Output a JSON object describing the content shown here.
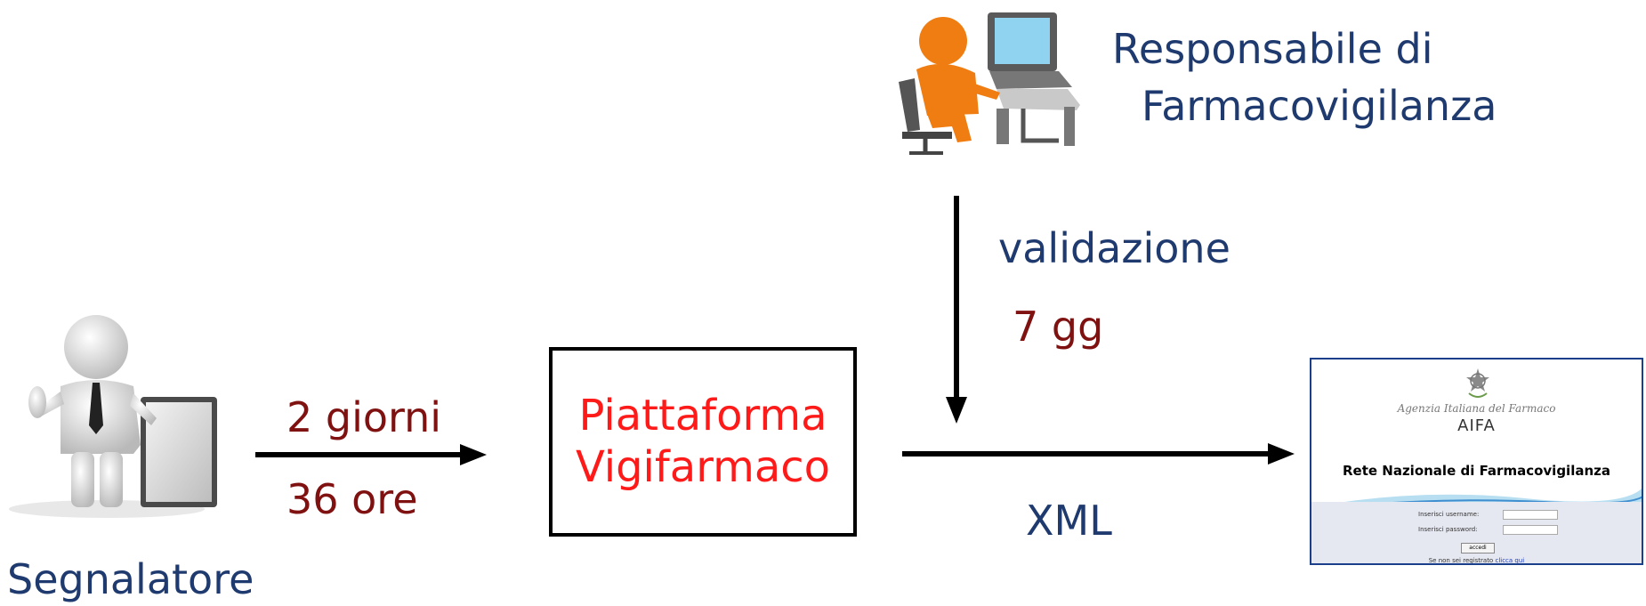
{
  "reporter": {
    "label": "Segnalatore"
  },
  "arrow_to_platform": {
    "top_label": "2 giorni",
    "bottom_label": "36 ore"
  },
  "platform": {
    "line1": "Piattaforma",
    "line2": "Vigifarmaco"
  },
  "pharmacovigilance_manager": {
    "line1": "Responsabile di",
    "line2": "Farmacovigilanza"
  },
  "validation_arrow": {
    "label": "validazione",
    "time": "7 gg"
  },
  "arrow_to_network": {
    "label": "XML"
  },
  "aifa_screen": {
    "agency": "Agenzia Italiana del Farmaco",
    "short_name": "AIFA",
    "title": "Rete Nazionale di Farmacovigilanza",
    "username_prompt": "Inserisci username:",
    "password_prompt": "Inserisci password:",
    "login_button": "accedi",
    "register_text": "Se non sei registrato",
    "register_link": "clicca qui"
  },
  "colors": {
    "navy_text": "#1f3a6e",
    "dark_red_text": "#7f1111",
    "red_text": "#ff1a1a",
    "figure_orange": "#f07d12"
  }
}
